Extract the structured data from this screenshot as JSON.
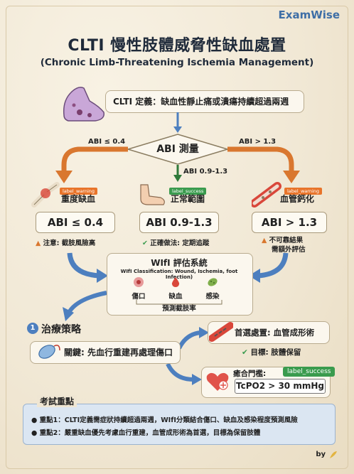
{
  "brand": "ExamWise",
  "title": "CLTI 慢性肢體威脅性缺血處置",
  "subtitle": "(Chronic Limb-Threatening Ischemia Management)",
  "definition": "CLTI 定義：缺血性靜止痛或潰瘍持續超過兩週",
  "abi_measure": "ABI 測量",
  "branch_labels": {
    "left": "ABI ≤ 0.4",
    "center": "ABI 0.9-1.3",
    "right": "ABI > 1.3"
  },
  "categories": [
    {
      "tag": "label_warning",
      "name": "重度缺血",
      "abi": "ABI ≤ 0.4",
      "note_icon": "warning-icon",
      "note": "注意: 截肢風險高"
    },
    {
      "tag": "label_success",
      "name": "正常範圍",
      "abi": "ABI 0.9-1.3",
      "note_icon": "check-icon",
      "note": "正確做法: 定期追蹤"
    },
    {
      "tag": "label_warning",
      "name": "血管鈣化",
      "abi": "ABI > 1.3",
      "note_icon": "warning-icon",
      "note_line1": "不可靠結果",
      "note_line2": "需額外評估"
    }
  ],
  "wifi": {
    "title": "WIfI 評估系統",
    "subtitle": "WIfI Classification: Wound, Ischemia, foot Infection)",
    "items": [
      "傷口",
      "缺血",
      "感染"
    ],
    "predict": "預測截肢率"
  },
  "strategy": {
    "number": "1",
    "title": "治療策略",
    "key": "關鍵: 先血行重建再處理傷口",
    "first_choice": "首選處置: 血管成形術",
    "target": "目標: 肢體保留",
    "tc_label": "癒合門檻:",
    "tc_tag": "label_success",
    "tc_value": "TcPO2 > 30 mmHg"
  },
  "exam": {
    "title": "考試重點",
    "points": [
      "重點1：CLTI定義需症狀持續超過兩週，WIfI分類結合傷口、缺血及感染程度預測風險",
      "重點2：嚴重缺血優先考慮血行重建，血管成形術為首選，目標為保留肢體"
    ]
  },
  "footer": "by",
  "colors": {
    "orange_arrow": "#d9772f",
    "blue_arrow": "#4d7fbf",
    "green": "#3a9b4e",
    "accent_blue": "#3e6ea6"
  }
}
